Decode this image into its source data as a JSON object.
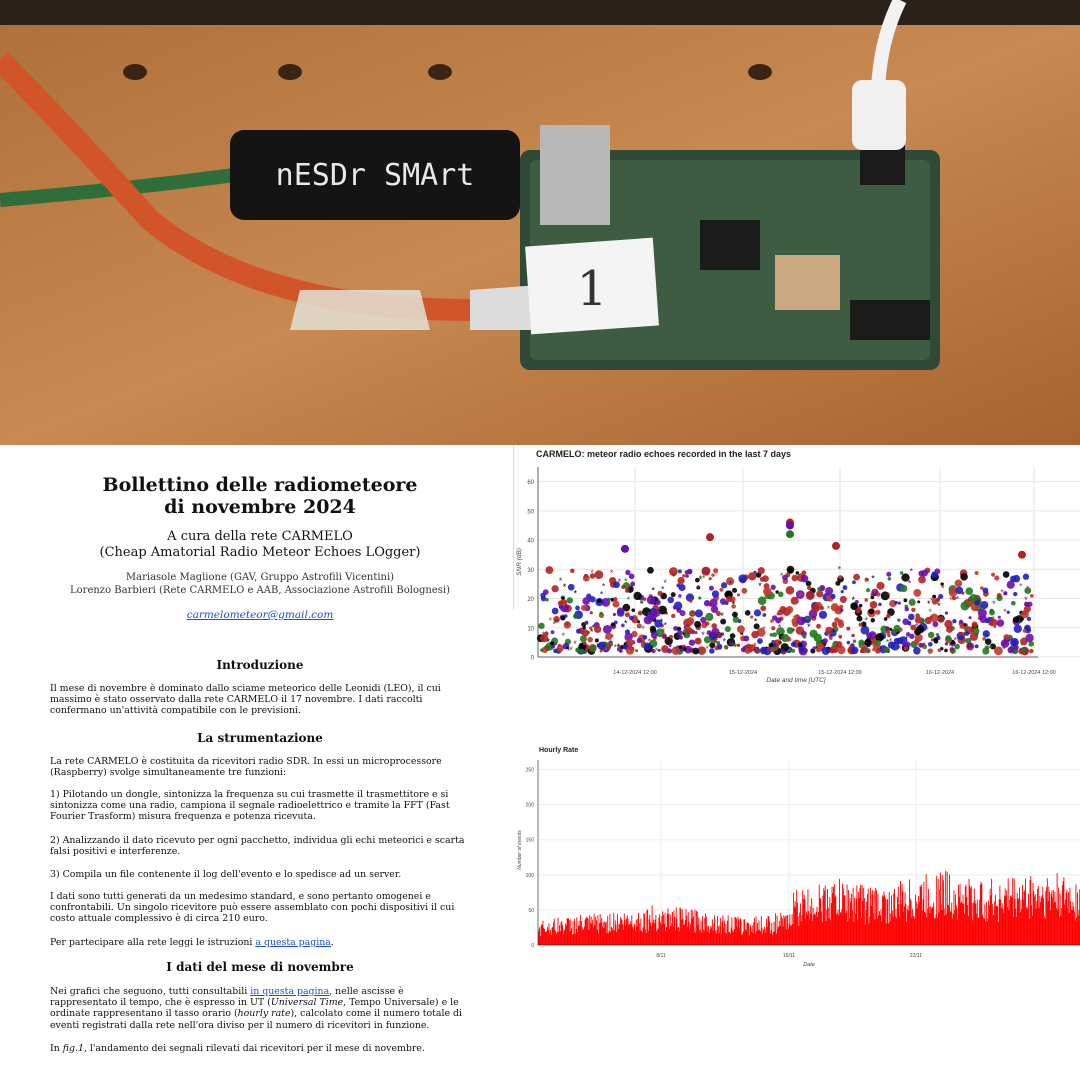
{
  "photo": {
    "dongle_label": "nESDr SMArt",
    "tag_label": "1"
  },
  "bulletin": {
    "title_line1": "Bollettino delle radiometeore",
    "title_line2": "di novembre 2024",
    "editor_line1": "A cura della rete CARMELO",
    "editor_line2": "(Cheap Amatorial Radio Meteor Echoes LOgger)",
    "author1": "Mariasole Maglione (GAV, Gruppo Astrofili Vicentini)",
    "author2": "Lorenzo Barbieri (Rete CARMELO e AAB, Associazione Astrofili Bolognesi)",
    "email": "carmelometeor@gmail.com",
    "sections": {
      "intro_heading": "Introduzione",
      "intro_text": "Il mese di novembre è dominato dallo sciame meteorico delle Leonidi (LEO), il cui massimo è stato osservato dalla rete CARMELO il 17 novembre. I dati raccolti confermano un'attività compatibile con le previsioni.",
      "instr_heading": "La strumentazione",
      "instr_p1": "La rete CARMELO è costituita da ricevitori radio SDR. In essi un microprocessore (Raspberry) svolge simultaneamente tre funzioni:",
      "instr_p2": "1) Pilotando un dongle, sintonizza la frequenza su cui trasmette il trasmettitore e si sintonizza come una radio, campiona il segnale radioelettrico e tramite la FFT (Fast Fourier Trasform) misura frequenza e potenza ricevuta.",
      "instr_p3": "2) Analizzando il dato ricevuto per ogni pacchetto, individua gli echi meteorici e scarta falsi positivi e interferenze.",
      "instr_p4": "3) Compila un file contenente il log dell'evento e lo spedisce ad un server.",
      "instr_p5": "I dati sono tutti generati da un medesimo standard, e sono pertanto omogenei e confrontabili. Un singolo ricevitore può essere assemblato con pochi dispositivi il cui costo attuale complessivo è di circa 210 euro.",
      "instr_p6_pre": "Per partecipare alla rete leggi le istruzioni ",
      "instr_p6_link": "a questa pagina",
      "instr_p6_post": ".",
      "data_heading": "I dati del mese di novembre",
      "data_p1_pre": "Nei grafici che seguono, tutti consultabili ",
      "data_p1_link": "in questa pagina",
      "data_p1_mid1": ", nelle ascisse è rappresentato il tempo, che è espresso in UT (",
      "data_p1_it1": "Universal Time",
      "data_p1_mid2": ", Tempo Universale) e le ordinate rappresentano il tasso orario (",
      "data_p1_it2": "hourly rate",
      "data_p1_post": "), calcolato come il numero totale di eventi registrati dalla rete nell'ora diviso per il numero di ricevitori in funzione.",
      "data_p2_pre": "In ",
      "data_p2_it": "fig.1",
      "data_p2_post": ", l'andamento dei segnali rilevati dai ricevitori per il mese di novembre."
    }
  },
  "chart_data": [
    {
      "type": "scatter",
      "title": "CARMELO: meteor radio echoes recorded in the last 7 days",
      "xlabel": "Date and time [UTC]",
      "ylabel": "SNR (dB)",
      "ylim": [
        0,
        65
      ],
      "yticks": [
        0,
        10,
        20,
        30,
        40,
        50,
        60
      ],
      "xticks": [
        "14-12-2024 12:00",
        "15-12-2024",
        "15-12-2024 12:00",
        "16-12-2024",
        "16-12-2024 12:00"
      ],
      "grid": true,
      "marker_colors": [
        "#b22222",
        "#000000",
        "#1f7a1f",
        "#6a0dad",
        "#c0392b",
        "#2020c0"
      ],
      "bulk_snr_range": [
        2,
        30
      ],
      "peak_points": [
        {
          "snr": 46,
          "color": "#b22222"
        },
        {
          "snr": 45,
          "color": "#6a0dad"
        },
        {
          "snr": 42,
          "color": "#1f7a1f"
        },
        {
          "snr": 41,
          "color": "#b22222"
        },
        {
          "snr": 38,
          "color": "#b22222"
        },
        {
          "snr": 37,
          "color": "#6a0dad"
        },
        {
          "snr": 35,
          "color": "#b22222"
        }
      ]
    },
    {
      "type": "bar",
      "title": "Hourly Rate",
      "xlabel": "Date",
      "ylabel": "Number of events",
      "ylim": [
        0,
        275
      ],
      "yticks": [
        0,
        50,
        100,
        150,
        200,
        250
      ],
      "xticks": [
        "8/11",
        "15/11",
        "22/11"
      ],
      "color": "#ff0000",
      "grid": true,
      "daily_levels": [
        28,
        30,
        32,
        34,
        36,
        38,
        42,
        40,
        38,
        36,
        32,
        30,
        32,
        34,
        60,
        65,
        70,
        68,
        64,
        62,
        70,
        75,
        80,
        72,
        68,
        70,
        74,
        78,
        76,
        72
      ]
    }
  ]
}
